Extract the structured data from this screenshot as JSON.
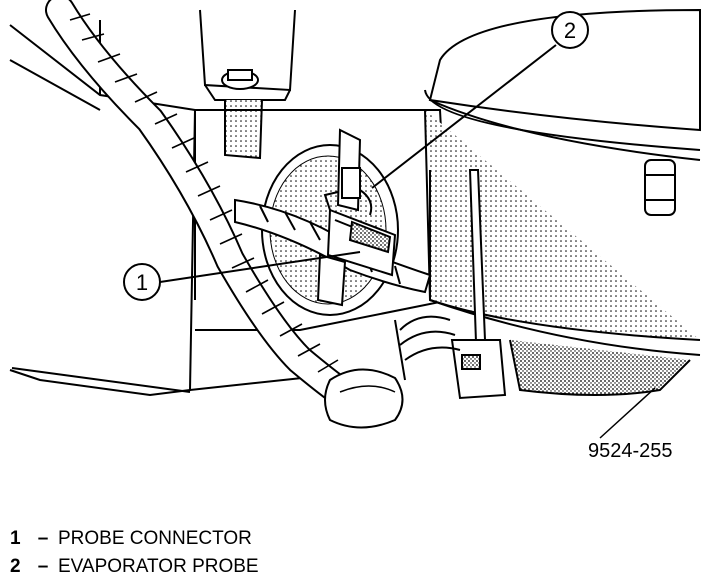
{
  "callouts": [
    {
      "number": "1"
    },
    {
      "number": "2"
    }
  ],
  "figure_code": "9524-255",
  "legend": [
    {
      "number": "1",
      "dash": "–",
      "label": "PROBE CONNECTOR"
    },
    {
      "number": "2",
      "dash": "–",
      "label": "EVAPORATOR PROBE"
    }
  ]
}
